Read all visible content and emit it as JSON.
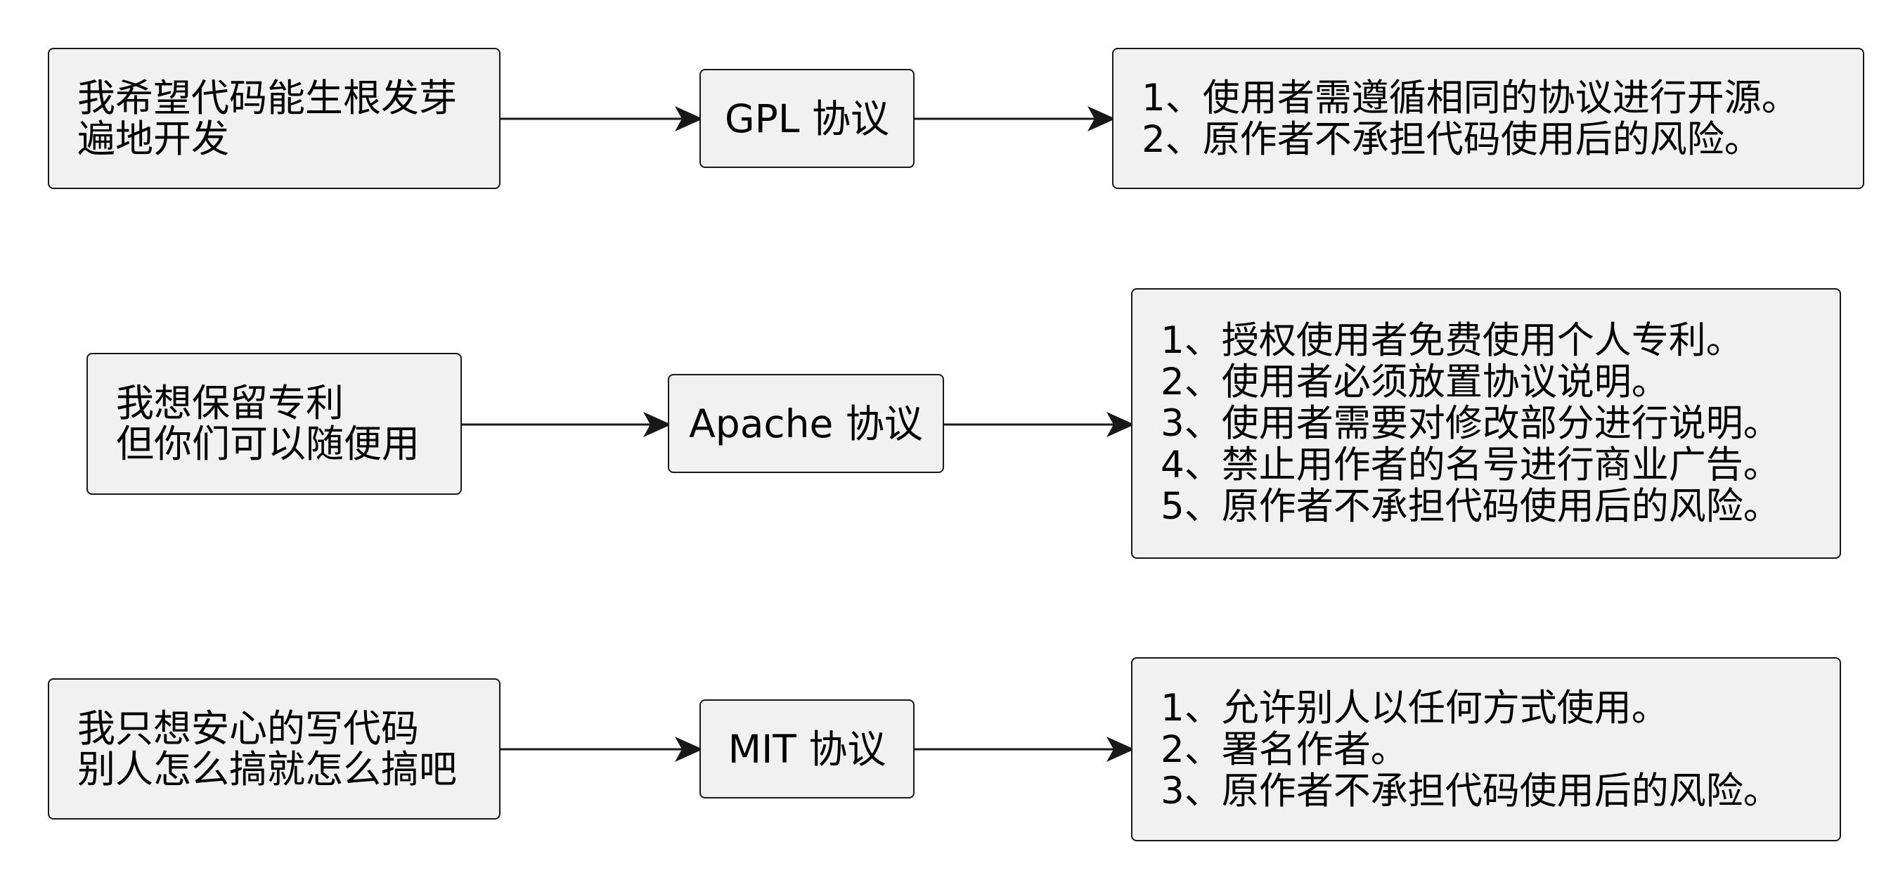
{
  "diagram": {
    "rows": [
      {
        "need": [
          "我希望代码能生根发芽",
          "遍地开发"
        ],
        "license": "GPL 协议",
        "terms": [
          "1、使用者需遵循相同的协议进行开源。",
          "2、原作者不承担代码使用后的风险。"
        ]
      },
      {
        "need": [
          "我想保留专利",
          "但你们可以随便用"
        ],
        "license": "Apache 协议",
        "terms": [
          "1、授权使用者免费使用个人专利。",
          "2、使用者必须放置协议说明。",
          "3、使用者需要对修改部分进行说明。",
          "4、禁止用作者的名号进行商业广告。",
          "5、原作者不承担代码使用后的风险。"
        ]
      },
      {
        "need": [
          "我只想安心的写代码",
          "别人怎么搞就怎么搞吧"
        ],
        "license": "MIT 协议",
        "terms": [
          "1、允许别人以任何方式使用。",
          "2、署名作者。",
          "3、原作者不承担代码使用后的风险。"
        ]
      }
    ]
  }
}
